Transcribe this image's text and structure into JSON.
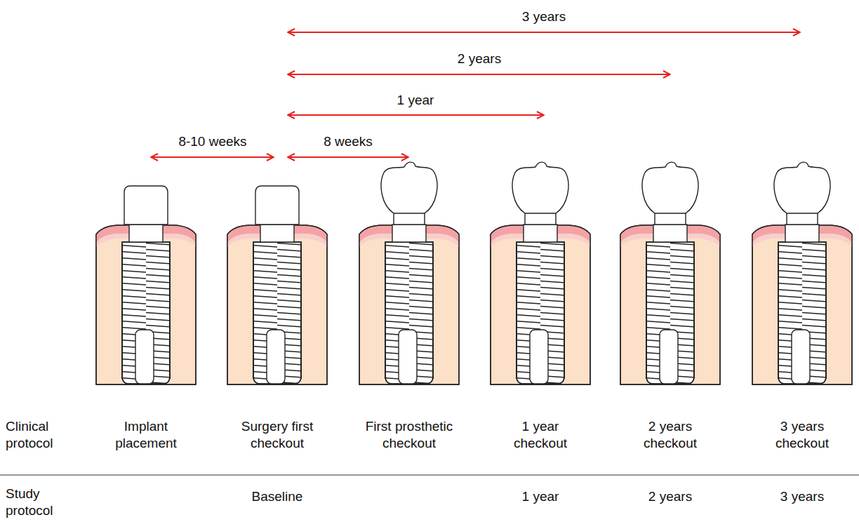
{
  "diagram": {
    "labels": [
      "3 years",
      "2 years",
      "1 year",
      "8-10 weeks",
      "8 weeks",
      "Clinical protocol",
      "Implant placement",
      "Surgery first checkout",
      "First prosthetic checkout",
      "1 year checkout",
      "2 years checkout",
      "3 years checkout",
      "Study protocol",
      "Baseline",
      "1 year",
      "2 years",
      "3 years"
    ]
  }
}
